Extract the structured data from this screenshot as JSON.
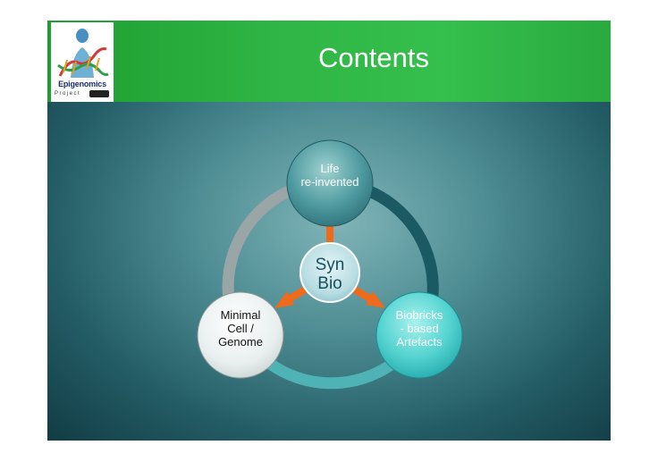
{
  "slide": {
    "title": "Contents",
    "logo": {
      "name": "Epigenomics",
      "tagline": "Project"
    }
  },
  "diagram": {
    "center": {
      "line1": "Syn",
      "line2": "Bio"
    },
    "nodes": [
      {
        "id": "top",
        "lines": [
          "Life",
          "re-invented"
        ]
      },
      {
        "id": "left",
        "lines": [
          "Minimal",
          "Cell /",
          "Genome"
        ]
      },
      {
        "id": "right",
        "lines": [
          "Biobricks",
          "- based",
          "Artefacts"
        ]
      }
    ],
    "colors": {
      "header_green": "#2fb545",
      "arrow_orange": "#f06a1c",
      "ring_teal": "#1c5a63",
      "ring_gray": "#9aa5a6"
    }
  }
}
